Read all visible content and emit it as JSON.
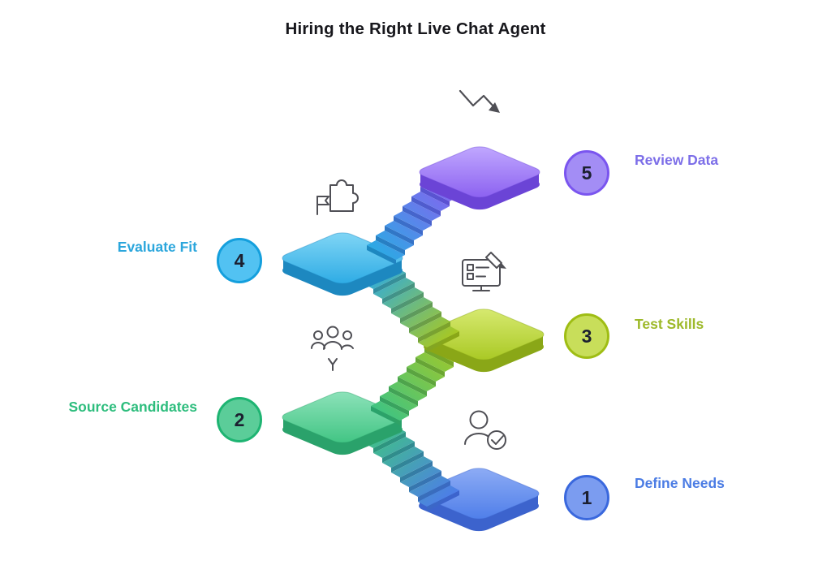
{
  "title": "Hiring the Right Live Chat Agent",
  "steps": [
    {
      "number": "1",
      "label": "Define Needs",
      "platform_color": "#4d7de9",
      "side_color": "#3c63cd",
      "badge_style": "background:#7b9cf0;border-color:#3a68dd",
      "label_style": "color:#4b7ce4"
    },
    {
      "number": "2",
      "label": "Source Candidates",
      "platform_color": "#3fc482",
      "side_color": "#2aa26b",
      "badge_style": "background:#5bcd99;border-color:#1eb472",
      "label_style": "color:#2dbd7d"
    },
    {
      "number": "3",
      "label": "Test Skills",
      "platform_color": "#a8c822",
      "side_color": "#8aa717",
      "badge_style": "background:#c8de5a;border-color:#9fbd14",
      "label_style": "color:#9db929"
    },
    {
      "number": "4",
      "label": "Evaluate Fit",
      "platform_color": "#2baae4",
      "side_color": "#1d88c0",
      "badge_style": "background:#52c2f2;border-color:#149fdd",
      "label_style": "color:#2ba6dc"
    },
    {
      "number": "5",
      "label": "Review Data",
      "platform_color": "#8a5ff0",
      "side_color": "#6b44d6",
      "badge_style": "background:#a38df5;border-color:#7a55ef",
      "label_style": "color:#7c6ee8"
    }
  ],
  "icons": [
    {
      "name": "trend-arrow-icon"
    },
    {
      "name": "puzzle-icon"
    },
    {
      "name": "monitor-edit-icon"
    },
    {
      "name": "team-icon"
    },
    {
      "name": "agent-check-icon"
    }
  ]
}
